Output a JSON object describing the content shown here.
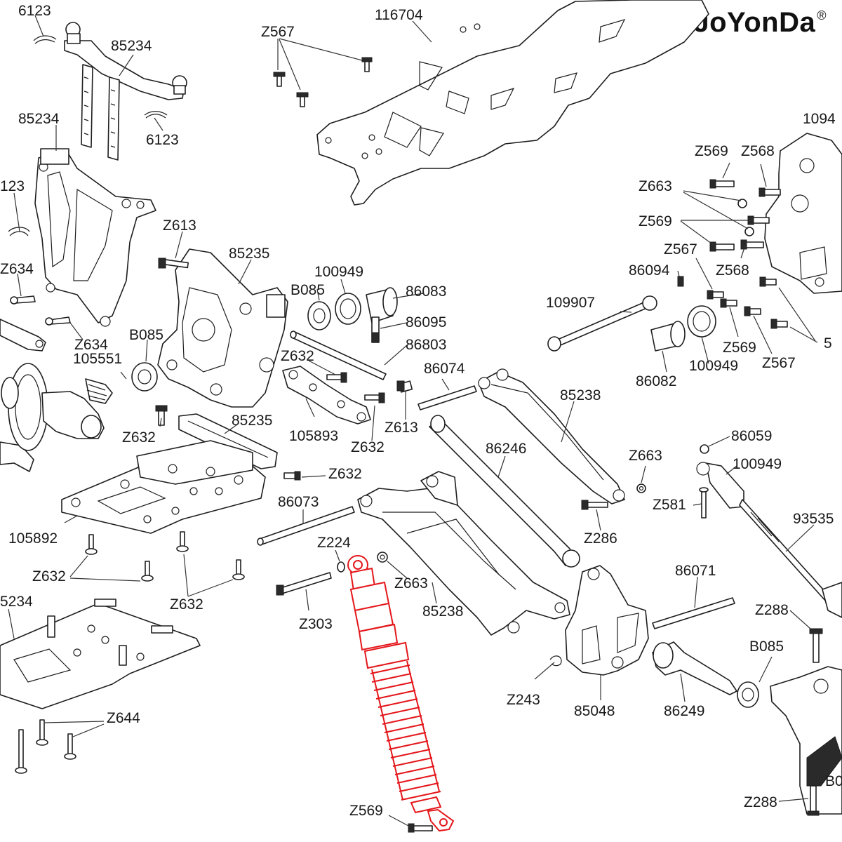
{
  "brand": {
    "name": "JoYonDa",
    "mark": "®"
  },
  "callouts": {
    "c6123_a": "6123",
    "c85234_a": "85234",
    "c85234_b": "85234",
    "c6123_b": "6123",
    "c6123_c": "123",
    "cz634_a": "Z634",
    "cz634_b": "Z634",
    "c116704": "116704",
    "cz567_a": "Z567",
    "cz613_a": "Z613",
    "c85235_a": "85235",
    "cb085_a": "B085",
    "c105551": "105551",
    "c100949_a": "100949",
    "cb085_b": "B085",
    "c86083": "86083",
    "c86095": "86095",
    "c86803": "86803",
    "cz632_a": "Z632",
    "c86074": "86074",
    "cz632_b": "Z632",
    "c85235_b": "85235",
    "c105893": "105893",
    "cz632_c": "Z632",
    "cz613_b": "Z613",
    "c85238_a": "85238",
    "c86246": "86246",
    "cz632_d": "Z632",
    "c86073": "86073",
    "c105892": "105892",
    "cz224": "Z224",
    "cz663_a": "Z663",
    "cz632_e": "Z632",
    "cz632_f": "Z632",
    "cz303": "Z303",
    "c85238_b": "85238",
    "c5234": "5234",
    "cz644": "Z644",
    "cz569_a": "Z569",
    "c109907": "109907",
    "cz569_b": "Z569",
    "cz568_a": "Z568",
    "c1094": "1094",
    "cz663_b": "Z663",
    "cz569_c": "Z569",
    "cz567_b": "Z567",
    "cz568_b": "Z568",
    "c86094": "86094",
    "cz569_d": "Z569",
    "c5_a": "5",
    "cz567_c": "Z567",
    "c86082": "86082",
    "c100949_b": "100949",
    "c86059": "86059",
    "c100949_c": "100949",
    "cz663_c": "Z663",
    "cz581": "Z581",
    "cz286": "Z286",
    "c93535": "93535",
    "c86071": "86071",
    "cz288_a": "Z288",
    "cb085_c": "B085",
    "cz243": "Z243",
    "c85048": "85048",
    "c86249": "86249",
    "cb0": "B0",
    "cz288_b": "Z288"
  },
  "colors": {
    "highlight": "#e4161a",
    "line": "#1e1e1e",
    "background": "#ffffff"
  }
}
